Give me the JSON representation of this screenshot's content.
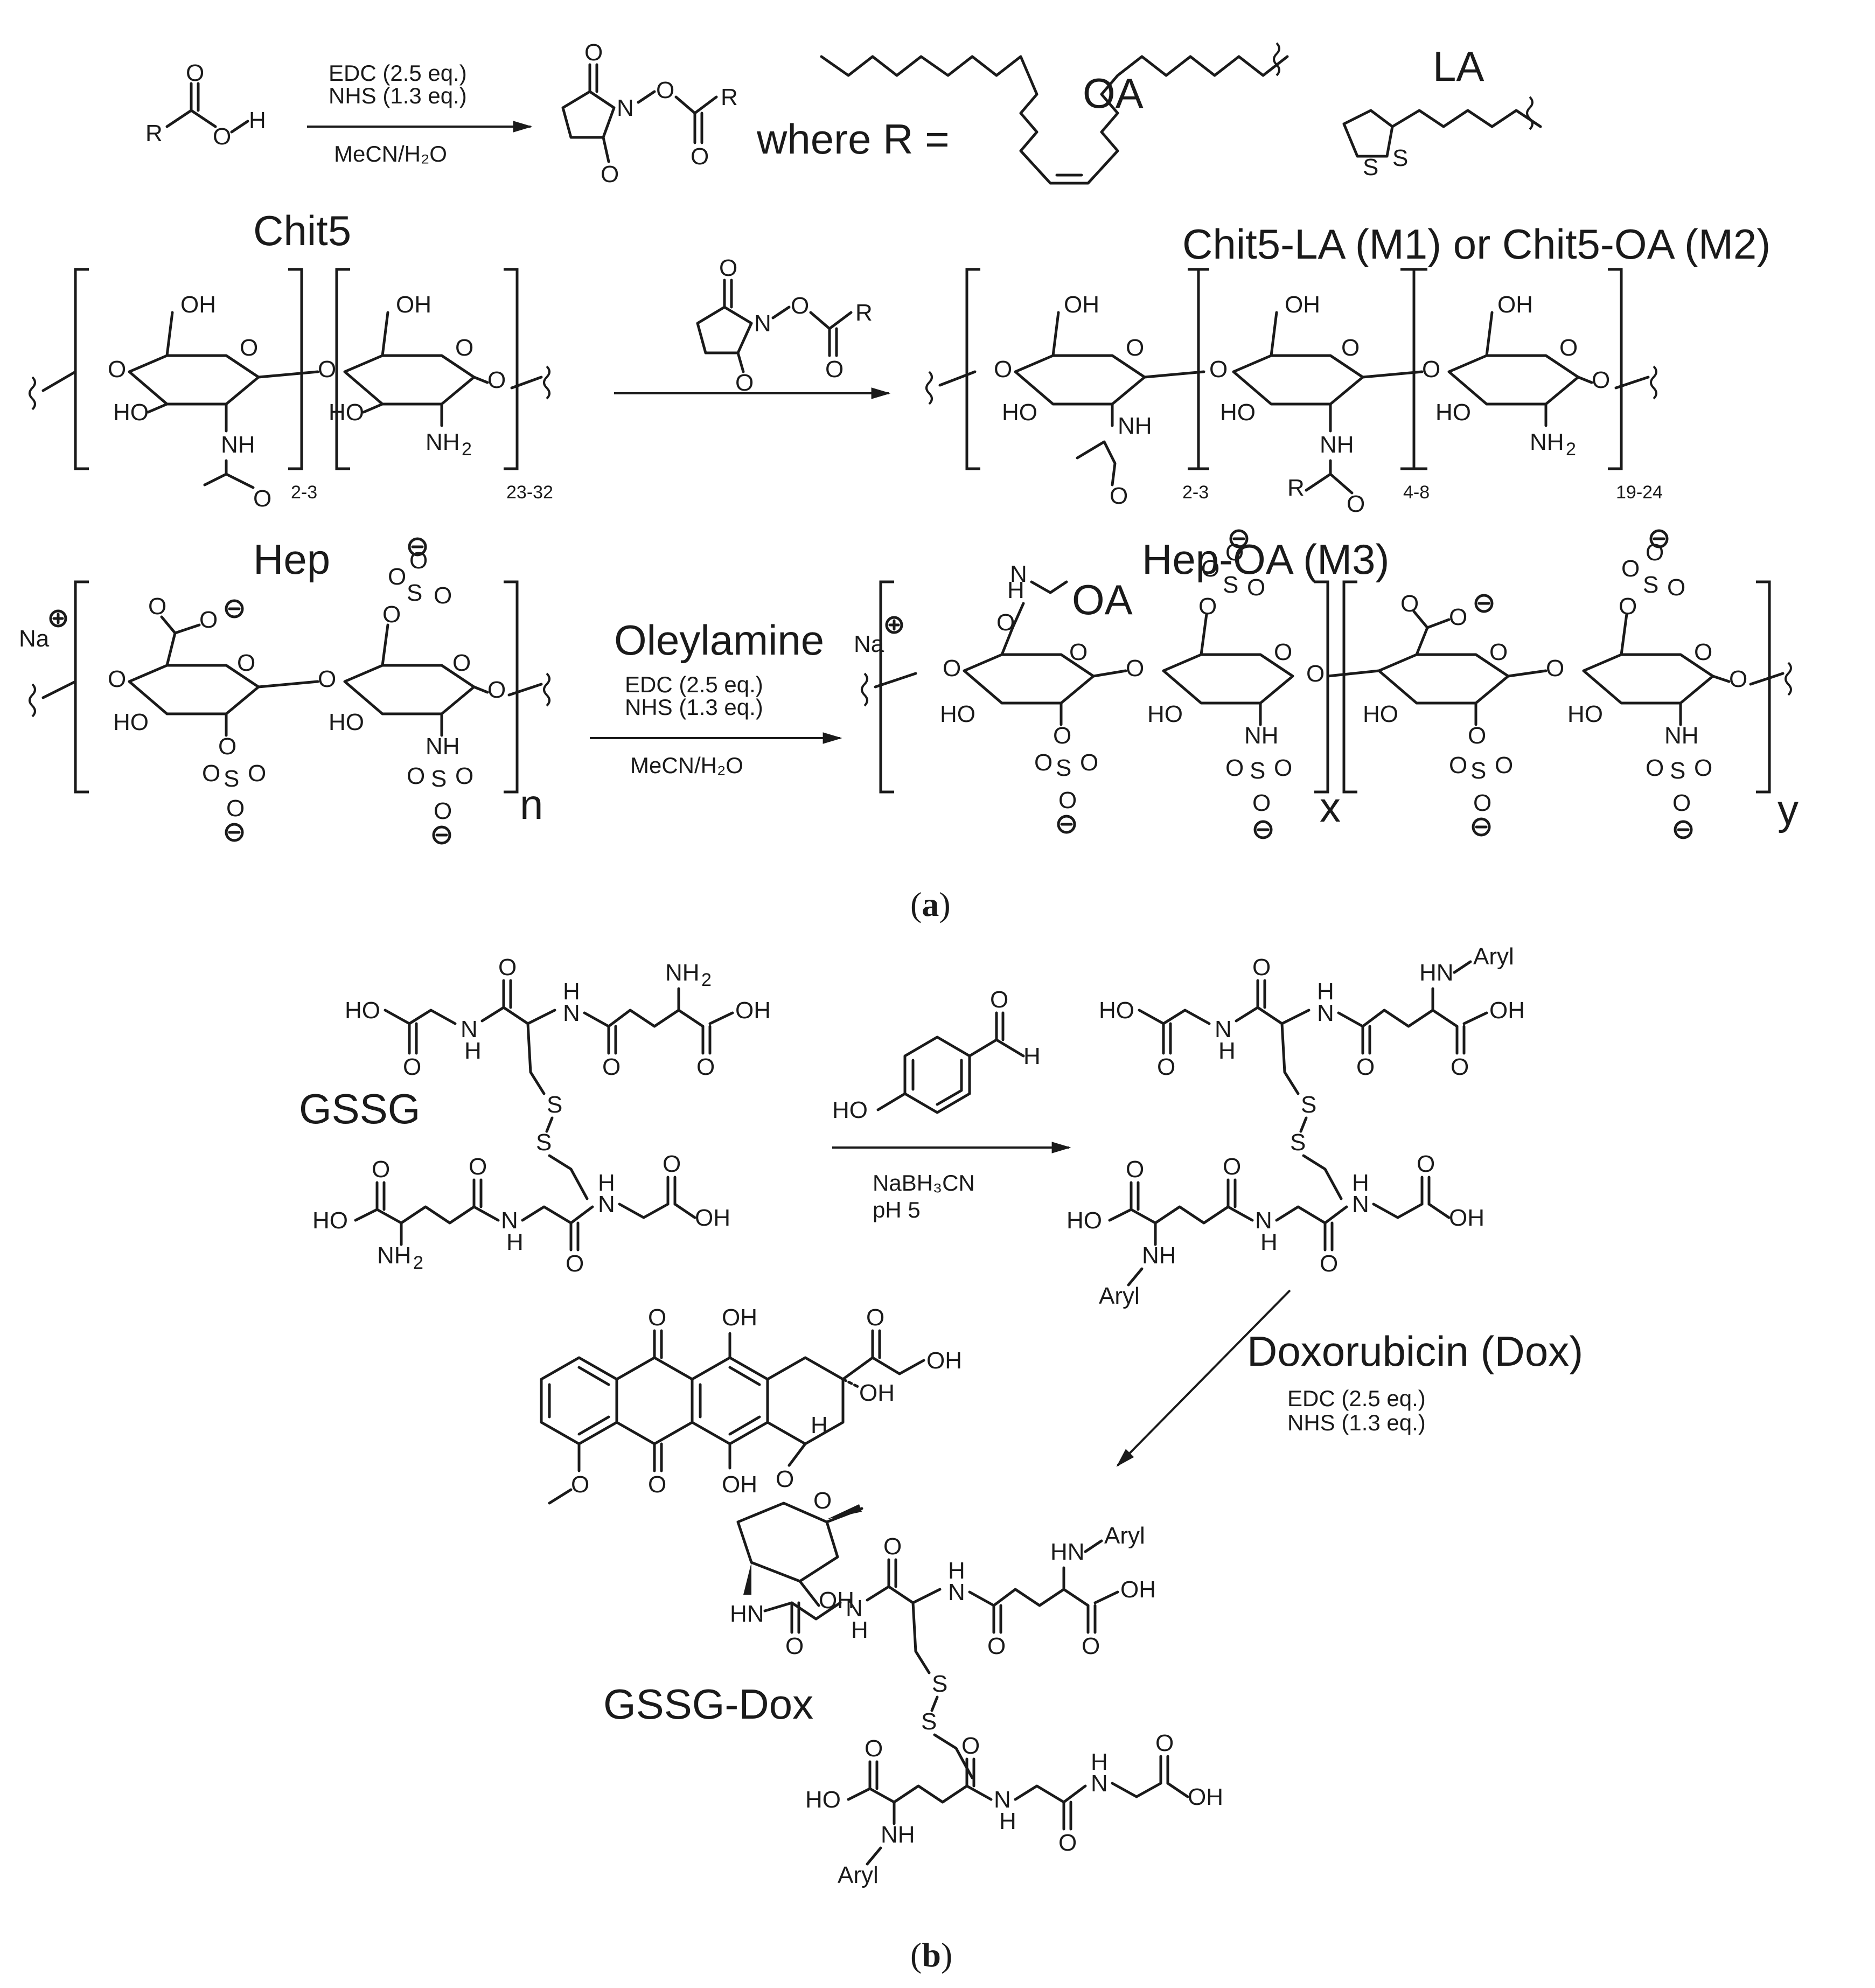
{
  "panels": {
    "a": {
      "label_open": "(",
      "label_letter": "a",
      "label_close": ")",
      "step1": {
        "reagent_1": "EDC (2.5 eq.)",
        "reagent_2": "NHS (1.3 eq.)",
        "solvent": "MeCN/H₂O",
        "where_text": "where R =",
        "r_label_oa": "OA",
        "r_label_la": "LA"
      },
      "step2": {
        "reactant_name": "Chit5",
        "product_name": "Chit5-LA (M1) or Chit5-OA (M2)",
        "reactant_subscripts": [
          "2-3",
          "23-32"
        ],
        "product_subscripts": [
          "2-3",
          "4-8",
          "19-24"
        ]
      },
      "step3": {
        "reactant_name": "Hep",
        "product_name": "Hep-OA (M3)",
        "reagent_main": "Oleylamine",
        "reagent_1": "EDC (2.5 eq.)",
        "reagent_2": "NHS (1.3 eq.)",
        "solvent": "MeCN/H₂O",
        "counterion": "Na",
        "reactant_subscript": "n",
        "product_subscripts": [
          "x",
          "y"
        ],
        "oa_tag": "OA"
      }
    },
    "b": {
      "label_open": "(",
      "label_letter": "b",
      "label_close": ")",
      "start_name": "GSSG",
      "step1_reagents": [
        "NaBH₃CN",
        "pH 5"
      ],
      "step2_reagent_main": "Doxorubicin (Dox)",
      "step2_reagents": [
        "EDC (2.5 eq.)",
        "NHS (1.3 eq.)"
      ],
      "product_name": "GSSG-Dox",
      "aryl_label": "Aryl"
    }
  }
}
